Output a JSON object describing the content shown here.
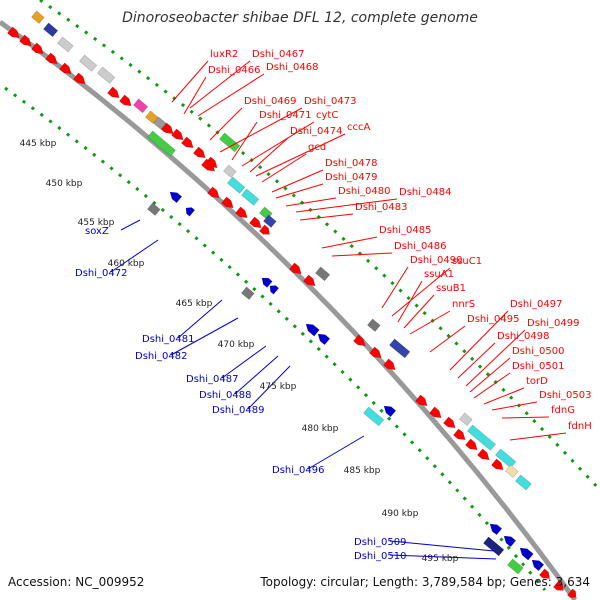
{
  "title": "Dinoroseobacter shibae DFL 12, complete genome",
  "accession": "Accession: NC_009952",
  "topology": "Topology: circular; Length: 3,789,584 bp; Genes: 3,634",
  "colors": {
    "forward": "#ff0000",
    "reverse": "#0000cc",
    "backbone": "#999999",
    "ticks": "#119911"
  },
  "kbp_labels": [
    "445 kbp",
    "450 kbp",
    "455 kbp",
    "460 kbp",
    "465 kbp",
    "470 kbp",
    "475 kbp",
    "480 kbp",
    "485 kbp",
    "490 kbp",
    "495 kbp"
  ],
  "red_labels": [
    "luxR2",
    "Dshi_0467",
    "Dshi_0466",
    "Dshi_0468",
    "Dshi_0469",
    "Dshi_0473",
    "Dshi_0471",
    "cytC",
    "Dshi_0474",
    "cccA",
    "gcd",
    "Dshi_0478",
    "Dshi_0479",
    "Dshi_0480",
    "Dshi_0484",
    "Dshi_0483",
    "Dshi_0485",
    "Dshi_0486",
    "Dshi_0490",
    "ssuC1",
    "ssuA1",
    "ssuB1",
    "nnrS",
    "Dshi_0497",
    "Dshi_0495",
    "Dshi_0499",
    "Dshi_0498",
    "Dshi_0500",
    "Dshi_0501",
    "torD",
    "Dshi_0503",
    "fdnG",
    "fdnH"
  ],
  "blue_labels": [
    "soxZ",
    "Dshi_0472",
    "Dshi_0481",
    "Dshi_0482",
    "Dshi_0487",
    "Dshi_0488",
    "Dshi_0489",
    "Dshi_0496",
    "Dshi_0509",
    "Dshi_0510"
  ]
}
